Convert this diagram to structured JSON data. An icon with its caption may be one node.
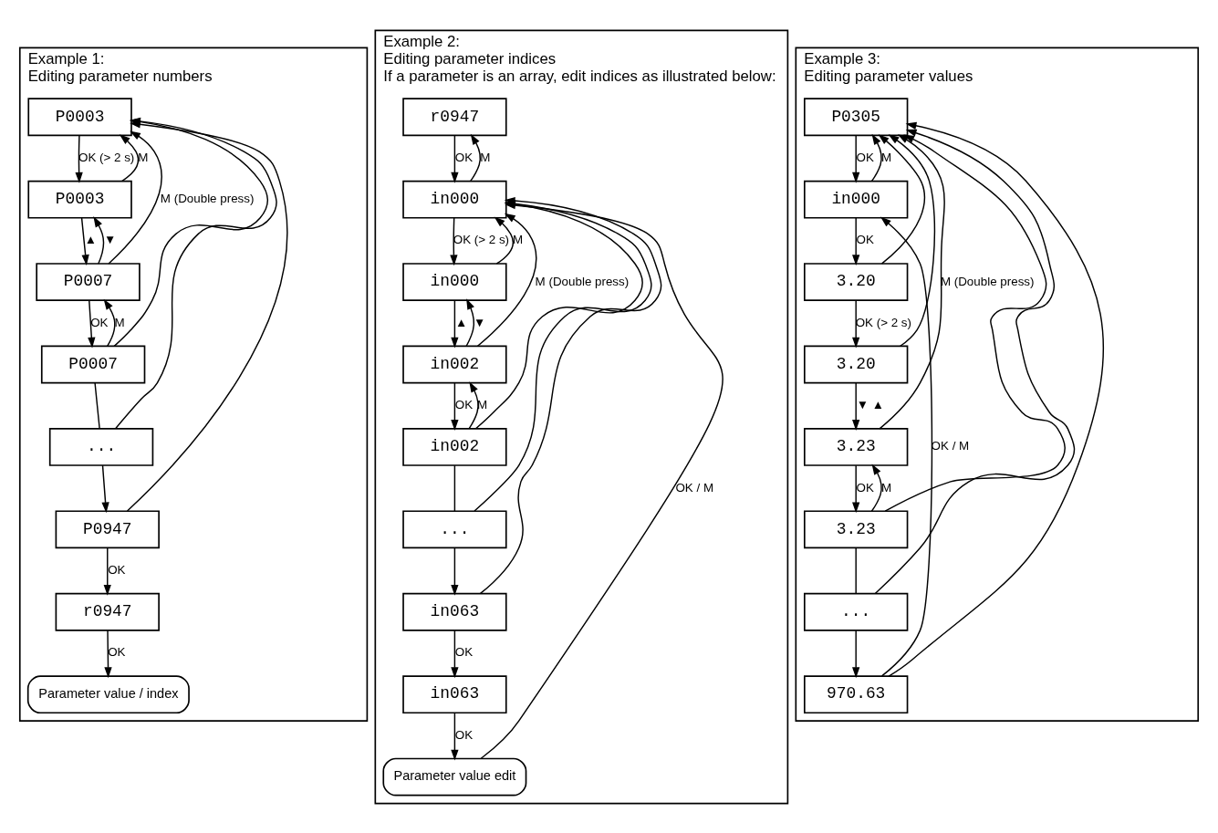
{
  "diagram": {
    "nodes": [
      {
        "text": [
          "Example 1:",
          "Editing parameter numbers"
        ]
      },
      {
        "text": [
          "P0003"
        ],
        "in": 0
      },
      {
        "text": [
          "P0003"
        ],
        "in": 0
      },
      {
        "text": [
          "P0007"
        ],
        "in": 0
      },
      {
        "text": [
          "P0007"
        ],
        "in": 0
      },
      {
        "text": [
          "..."
        ],
        "in": 0
      },
      {
        "text": [
          "P0947"
        ],
        "in": 0
      },
      {
        "text": [
          "r0947"
        ],
        "in": 0
      },
      {
        "text": [
          "Parameter value / index"
        ],
        "in": 0
      },
      {
        "text": [
          "Example 2:",
          "Editing parameter indices",
          "If a parameter is an array, edit indices as illustrated below:"
        ]
      },
      {
        "text": [
          "r0947"
        ],
        "in": 9
      },
      {
        "text": [
          "in000"
        ],
        "in": 9
      },
      {
        "text": [
          "in000"
        ],
        "in": 9
      },
      {
        "text": [
          "in002"
        ],
        "in": 9
      },
      {
        "text": [
          "in002"
        ],
        "in": 9
      },
      {
        "text": [
          "..."
        ],
        "in": 9
      },
      {
        "text": [
          "in063"
        ],
        "in": 9
      },
      {
        "text": [
          "in063"
        ],
        "in": 9
      },
      {
        "text": [
          "Parameter value edit"
        ],
        "in": 9
      },
      {
        "text": [
          "Example 3:",
          "Editing parameter values"
        ]
      },
      {
        "text": [
          "P0305"
        ],
        "in": 19
      },
      {
        "text": [
          "in000"
        ],
        "in": 19
      },
      {
        "text": [
          "3.20"
        ],
        "in": 19
      },
      {
        "text": [
          "3.20"
        ],
        "in": 19
      },
      {
        "text": [
          "3.23"
        ],
        "in": 19
      },
      {
        "text": [
          "3.23"
        ],
        "in": 19
      },
      {
        "text": [
          "..."
        ],
        "in": 19
      },
      {
        "text": [
          "970.63"
        ],
        "in": 19
      }
    ],
    "edges": [
      {
        "from": 1,
        "to": 2,
        "arrow": "to",
        "label": "OK (> 2 s)"
      },
      {
        "from": 2,
        "to": 1,
        "arrow": "to",
        "label": "M"
      },
      {
        "from": 2,
        "to": 3,
        "arrow": "to",
        "label": "▲"
      },
      {
        "from": 3,
        "to": 2,
        "arrow": "to",
        "label": "▼"
      },
      {
        "from": 3,
        "to": 4,
        "arrow": "to",
        "label": "OK"
      },
      {
        "from": 4,
        "to": 3,
        "arrow": "to",
        "label": "M"
      },
      {
        "from": 4,
        "to": 5,
        "arrow": "none"
      },
      {
        "from": 5,
        "to": 6,
        "arrow": "to"
      },
      {
        "from": 6,
        "to": 7,
        "arrow": "to",
        "label": "OK"
      },
      {
        "from": 7,
        "to": 8,
        "arrow": "to",
        "label": "OK"
      },
      {
        "from": 3,
        "to": 1,
        "arrow": "to",
        "label": "M (Double press)"
      },
      {
        "from": 4,
        "to": 1,
        "arrow": "to"
      },
      {
        "from": 5,
        "to": 1,
        "arrow": "to"
      },
      {
        "from": 6,
        "to": 1,
        "arrow": "to"
      },
      {
        "from": 10,
        "to": 11,
        "arrow": "to",
        "label": "OK"
      },
      {
        "from": 11,
        "to": 10,
        "arrow": "to",
        "label": "M"
      },
      {
        "from": 11,
        "to": 12,
        "arrow": "to",
        "label": "OK (> 2 s)"
      },
      {
        "from": 12,
        "to": 11,
        "arrow": "to",
        "label": "M"
      },
      {
        "from": 12,
        "to": 13,
        "arrow": "to",
        "label": "▲"
      },
      {
        "from": 13,
        "to": 12,
        "arrow": "to",
        "label": "▼"
      },
      {
        "from": 13,
        "to": 14,
        "arrow": "to",
        "label": "OK"
      },
      {
        "from": 14,
        "to": 13,
        "arrow": "to",
        "label": "M"
      },
      {
        "from": 14,
        "to": 15,
        "arrow": "none"
      },
      {
        "from": 15,
        "to": 16,
        "arrow": "to"
      },
      {
        "from": 16,
        "to": 17,
        "arrow": "to",
        "label": "OK"
      },
      {
        "from": 17,
        "to": 18,
        "arrow": "to",
        "label": "OK"
      },
      {
        "from": 18,
        "to": 11,
        "arrow": "to",
        "label": "OK / M"
      },
      {
        "from": 13,
        "to": 11,
        "arrow": "to",
        "label": "M (Double press)"
      },
      {
        "from": 14,
        "to": 11,
        "arrow": "to"
      },
      {
        "from": 15,
        "to": 11,
        "arrow": "to"
      },
      {
        "from": 16,
        "to": 11,
        "arrow": "to"
      },
      {
        "from": 20,
        "to": 21,
        "arrow": "to",
        "label": "OK"
      },
      {
        "from": 21,
        "to": 22,
        "arrow": "to",
        "label": "OK"
      },
      {
        "from": 22,
        "to": 23,
        "arrow": "to",
        "label": "OK (> 2 s)"
      },
      {
        "from": 23,
        "to": 24,
        "arrow": "to",
        "label": "▼ ▲"
      },
      {
        "from": 24,
        "to": 25,
        "arrow": "to",
        "label": "OK"
      },
      {
        "from": 25,
        "to": 24,
        "arrow": "to",
        "label": "M"
      },
      {
        "from": 25,
        "to": 26,
        "arrow": "none"
      },
      {
        "from": 26,
        "to": 27,
        "arrow": "to"
      },
      {
        "from": 27,
        "to": 21,
        "arrow": "to",
        "label": "OK / M"
      },
      {
        "from": 21,
        "to": 20,
        "arrow": "to",
        "label": "M"
      },
      {
        "from": 22,
        "to": 20,
        "arrow": "to"
      },
      {
        "from": 23,
        "to": 20,
        "arrow": "to"
      },
      {
        "from": 24,
        "to": 20,
        "arrow": "to",
        "label": "M (Double press)"
      },
      {
        "from": 25,
        "to": 20,
        "arrow": "to"
      },
      {
        "from": 26,
        "to": 20,
        "arrow": "to"
      },
      {
        "from": 27,
        "to": 20,
        "arrow": "to"
      }
    ]
  }
}
